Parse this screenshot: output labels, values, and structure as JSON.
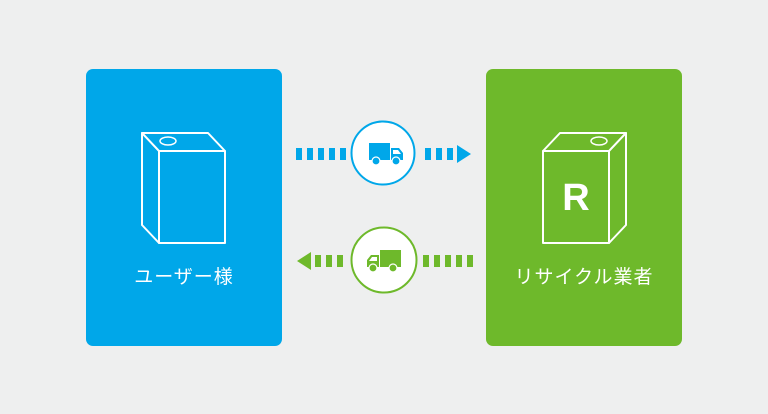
{
  "diagram": {
    "colors": {
      "background": "#eeefef",
      "user": "#00a7e9",
      "recycler": "#6eb92b",
      "icon_stroke": "#ffffff"
    },
    "nodes": [
      {
        "id": "user",
        "label": "ユーザー様",
        "icon": "box-icon"
      },
      {
        "id": "recycler",
        "label": "リサイクル業者",
        "icon": "box-with-r-icon",
        "box_mark": "R"
      }
    ],
    "edges": [
      {
        "from": "user",
        "to": "recycler",
        "direction": "right",
        "icon": "truck-icon",
        "color": "#00a7e9"
      },
      {
        "from": "recycler",
        "to": "user",
        "direction": "left",
        "icon": "truck-icon",
        "color": "#6eb92b"
      }
    ]
  }
}
